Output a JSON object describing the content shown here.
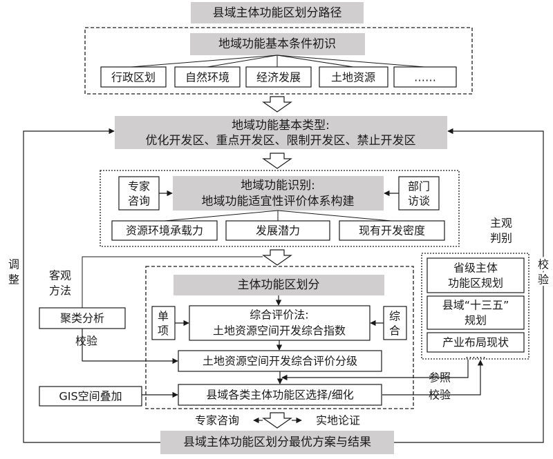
{
  "title": "县域主体功能区划分路径",
  "stage1": {
    "title": "地域功能基本条件初识",
    "items": [
      "行政区划",
      "自然环境",
      "经济发展",
      "土地资源",
      "……"
    ]
  },
  "stage2": {
    "line1": "地域功能基本类型:",
    "line2": "优化开发区、重点开发区、限制开发区、禁止开发区"
  },
  "stage3": {
    "line1": "地域功能识别:",
    "line2": "地域功能适宜性评价体系构建",
    "left_box": [
      "专家",
      "咨询"
    ],
    "right_box": [
      "部门",
      "访谈"
    ],
    "bottom_items": [
      "资源环境承载力",
      "发展潜力",
      "现有开发密度"
    ]
  },
  "stage4": {
    "title": "主体功能区划分",
    "method_line1": "综合评价法:",
    "method_line2": "土地资源空间开发综合指数",
    "single_item": [
      "单",
      "项"
    ],
    "composite": [
      "综",
      "合"
    ],
    "grading": "土地资源空间开发综合评价分级",
    "selection": "县域各类主体功能区选择/细化"
  },
  "objective": {
    "label": [
      "客观",
      "方法"
    ],
    "cluster": "聚类分析",
    "verify": "校验"
  },
  "gis": "GIS空间叠加",
  "subjective": {
    "label": [
      "主观",
      "判别"
    ],
    "items": [
      [
        "省级主体",
        "功能区规划"
      ],
      [
        "县域“十三五”",
        "规划"
      ],
      [
        "产业布局现状"
      ]
    ],
    "more": "……",
    "reference": "参照",
    "verify": "校验"
  },
  "left_side": [
    "调",
    "整"
  ],
  "right_side": [
    "校",
    "验"
  ],
  "final": {
    "left_note": "专家咨询",
    "right_note": "实地论证",
    "title": "县域主体功能区划分最优方案与结果"
  }
}
